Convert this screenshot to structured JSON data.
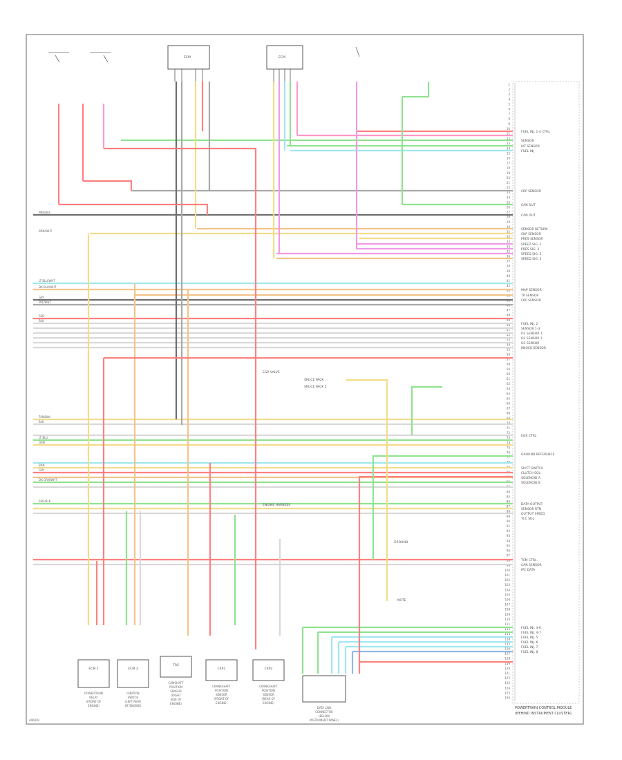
{
  "pcm": {
    "title": "POWERTRAIN CONTROL MODULE",
    "subtitle": "(BEHIND INSTRUMENT CLUSTER)",
    "pin_labels": [
      {
        "row": 190,
        "text": "FUEL INJ. 1-4 CTRL"
      },
      {
        "row": 203,
        "text": "SENSOR"
      },
      {
        "row": 211,
        "text": "IAT SENSOR"
      },
      {
        "row": 218,
        "text": "FUEL INJ"
      },
      {
        "row": 276,
        "text": "CKP SENSOR"
      },
      {
        "row": 296,
        "text": "CAN OUT"
      },
      {
        "row": 311,
        "text": "CAN OUT"
      },
      {
        "row": 331,
        "text": "SENSOR RETURN"
      },
      {
        "row": 338,
        "text": "CKP SENSOR"
      },
      {
        "row": 345,
        "text": "PRES SENSOR"
      },
      {
        "row": 353,
        "text": "SPEED SIG. 1"
      },
      {
        "row": 360,
        "text": "PRES SIG. 2"
      },
      {
        "row": 367,
        "text": "SPEED SIG. 2"
      },
      {
        "row": 374,
        "text": "SPEED SIG. 3"
      },
      {
        "row": 419,
        "text": "MAP SENSOR"
      },
      {
        "row": 427,
        "text": "TP SENSOR"
      },
      {
        "row": 434,
        "text": "CKP SENSOR"
      },
      {
        "row": 468,
        "text": "FUEL INJ. 2"
      },
      {
        "row": 475,
        "text": "SENSOR 1-3"
      },
      {
        "row": 482,
        "text": "O2 SENSOR 1"
      },
      {
        "row": 489,
        "text": "O2 SENSOR 2"
      },
      {
        "row": 496,
        "text": "O2 SENSOR"
      },
      {
        "row": 503,
        "text": "KNOCK SENSOR"
      },
      {
        "row": 630,
        "text": "EGR CTRL"
      },
      {
        "row": 657,
        "text": "GROUND REFERENCE"
      },
      {
        "row": 677,
        "text": "SHIFT SWITCH"
      },
      {
        "row": 684,
        "text": "CLUTCH SOL"
      },
      {
        "row": 691,
        "text": "SOLENOID A"
      },
      {
        "row": 698,
        "text": "SOLENOID B"
      },
      {
        "row": 729,
        "text": "DATA OUTPUT"
      },
      {
        "row": 736,
        "text": "SENSOR RTN"
      },
      {
        "row": 743,
        "text": "OUTPUT SPEED"
      },
      {
        "row": 750,
        "text": "TCC SOL"
      },
      {
        "row": 810,
        "text": "TCM CTRL"
      },
      {
        "row": 817,
        "text": "CAN SENSOR"
      },
      {
        "row": 824,
        "text": "IPC DATA"
      },
      {
        "row": 908,
        "text": "FUEL INJ. 3-6"
      },
      {
        "row": 915,
        "text": "FUEL INJ. 4-7"
      },
      {
        "row": 922,
        "text": "FUEL INJ. 5"
      },
      {
        "row": 929,
        "text": "FUEL INJ. 6"
      },
      {
        "row": 936,
        "text": "FUEL INJ. 7"
      },
      {
        "row": 943,
        "text": "FUEL INJ. 8"
      }
    ]
  },
  "components": [
    {
      "name": "ecm-2",
      "label": "ECM 2",
      "lines": [
        "POWERTRAIN",
        "RELAY",
        "(FRONT OF",
        "ENGINE)"
      ]
    },
    {
      "name": "ecm-3",
      "label": "ECM 3",
      "lines": [
        "IGNITION",
        "SWITCH",
        "(LEFT REAR",
        "OF ENGINE)"
      ]
    },
    {
      "name": "trs",
      "label": "TRS",
      "lines": [
        "CAMSHAFT",
        "POSITION",
        "SENSOR",
        "(RIGHT",
        "SIDE OF",
        "ENGINE)"
      ]
    },
    {
      "name": "ckp1",
      "label": "CKP1",
      "lines": [
        "CRANKSHAFT",
        "POSITION",
        "SENSOR",
        "(FRONT OF",
        "ENGINE)"
      ]
    },
    {
      "name": "ckp2",
      "label": "CKP2",
      "lines": [
        "CRANKSHAFT",
        "POSITION",
        "SENSOR",
        "(REAR OF",
        "ENGINE)"
      ]
    },
    {
      "name": "data-link",
      "label": "",
      "lines": [
        "DATA LINK",
        "CONNECTOR",
        "(BELOW",
        "INSTRUMENT PANEL)"
      ]
    }
  ],
  "top_components": [
    {
      "name": "ecm-top-a",
      "text": "ECM"
    },
    {
      "name": "ecm-top-b",
      "text": "ECM"
    }
  ],
  "notes": [
    "EGR VALVE",
    "ENGINE HARNESS",
    "SPLICE PACK",
    "SPLICE PACK 2",
    "GROUND",
    "NOTE"
  ],
  "left_labels": [
    "PNK/BLK",
    "BRN/WHT",
    "LT BLU/WHT",
    "DK BLU/WHT",
    "GRY",
    "PPL/WHT",
    "RED",
    "BLK",
    "TAN/BLK",
    "BLK",
    "LT BLU",
    "GRN",
    "BRN",
    "GRY",
    "DK GRN/WHT",
    "RED/BLK"
  ],
  "footer_id": "A96002",
  "colors": {
    "red": "#ff8080",
    "pink": "#ff99cc",
    "green": "#8fe28f",
    "cyan": "#9fe7ef",
    "yellow": "#f2dc8a",
    "orange": "#f3c48a",
    "gray": "#a8a8a8",
    "darkgray": "#6e6e6e",
    "magenta": "#f099e6",
    "blue": "#8fb8e6",
    "light": "#d8d8d8"
  }
}
